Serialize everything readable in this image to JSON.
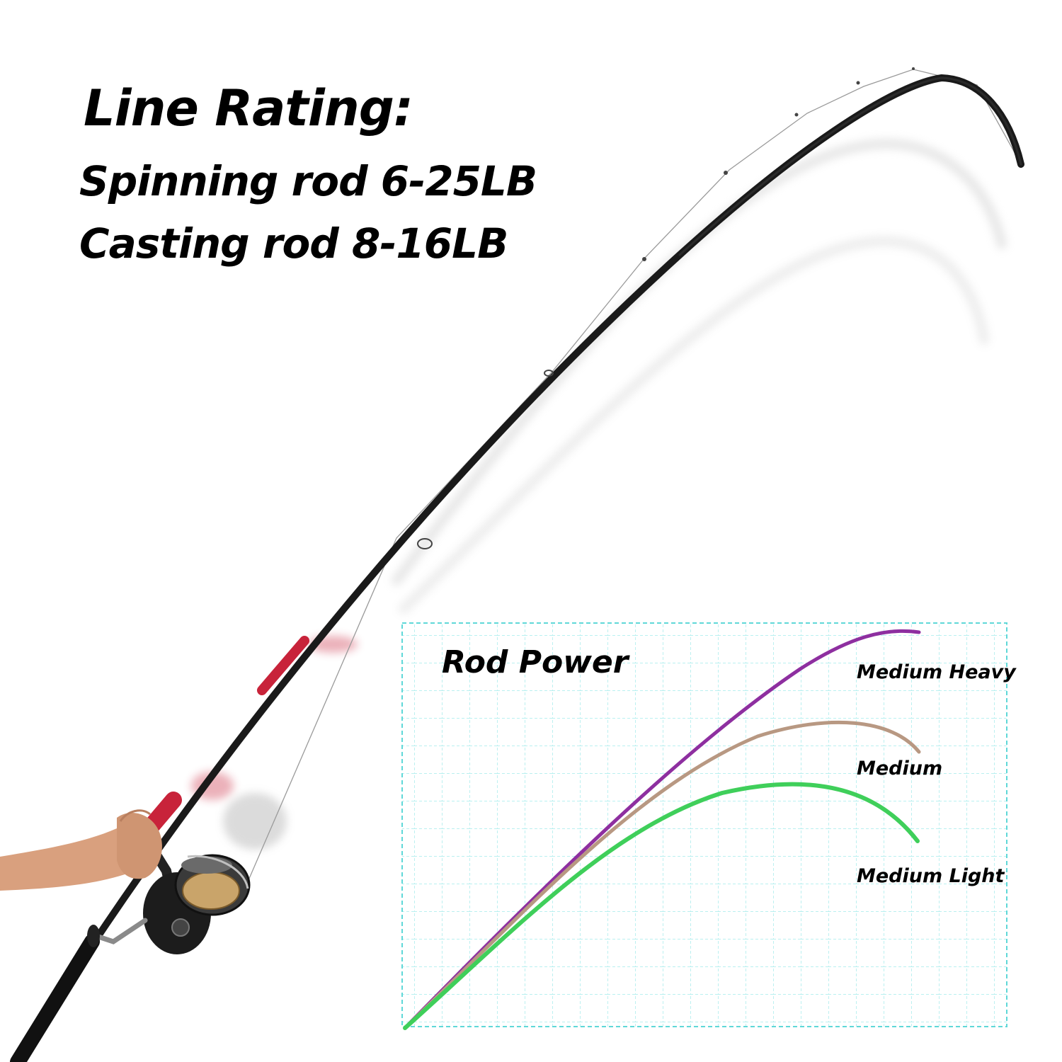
{
  "line_rating": {
    "title": "Line Rating:",
    "spinning": "Spinning rod 6-25LB",
    "casting": "Casting rod 8-16LB"
  },
  "rod_power": {
    "title": "Rod Power",
    "curves": [
      {
        "label": "Medium Heavy",
        "color": "#8e2fa0"
      },
      {
        "label": "Medium",
        "color": "#b89882"
      },
      {
        "label": "Medium Light",
        "color": "#3fcf5a"
      }
    ],
    "grid_color": "#5fd8d8"
  },
  "colors": {
    "rod_blank": "#1a1a1a",
    "rod_accent": "#c8233a",
    "text": "#000000",
    "skin": "#d9a07e"
  }
}
